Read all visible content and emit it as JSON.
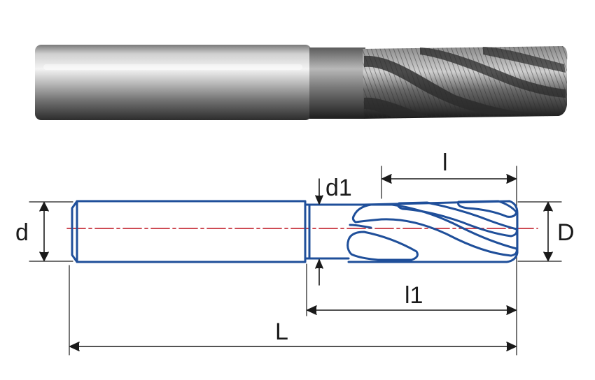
{
  "labels": {
    "d": "d",
    "d1": "d1",
    "l": "l",
    "D": "D",
    "l1": "l1",
    "L": "L"
  },
  "colors": {
    "outline": "#1f4f9a",
    "centerline": "#c8323c",
    "dimension": "#1a1a1a",
    "steel_light": "#e6e6e6",
    "steel_dark": "#3a3a3a"
  }
}
